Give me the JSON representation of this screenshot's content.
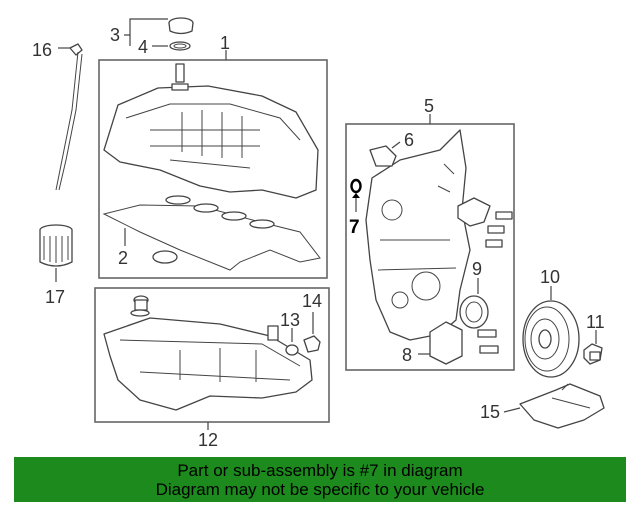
{
  "callouts": {
    "c1": "1",
    "c2": "2",
    "c3": "3",
    "c4": "4",
    "c5": "5",
    "c6": "6",
    "c7": "7",
    "c8": "8",
    "c9": "9",
    "c10": "10",
    "c11": "11",
    "c12": "12",
    "c13": "13",
    "c14": "14",
    "c15": "15",
    "c16": "16",
    "c17": "17"
  },
  "highlight_callout": "7",
  "footer": {
    "line1": "Part or sub-assembly is #7 in diagram",
    "line2": "Diagram may not be specific to your vehicle"
  },
  "colors": {
    "banner": "#1c8a1c",
    "highlight": "#000000",
    "line_art": "#444444"
  }
}
